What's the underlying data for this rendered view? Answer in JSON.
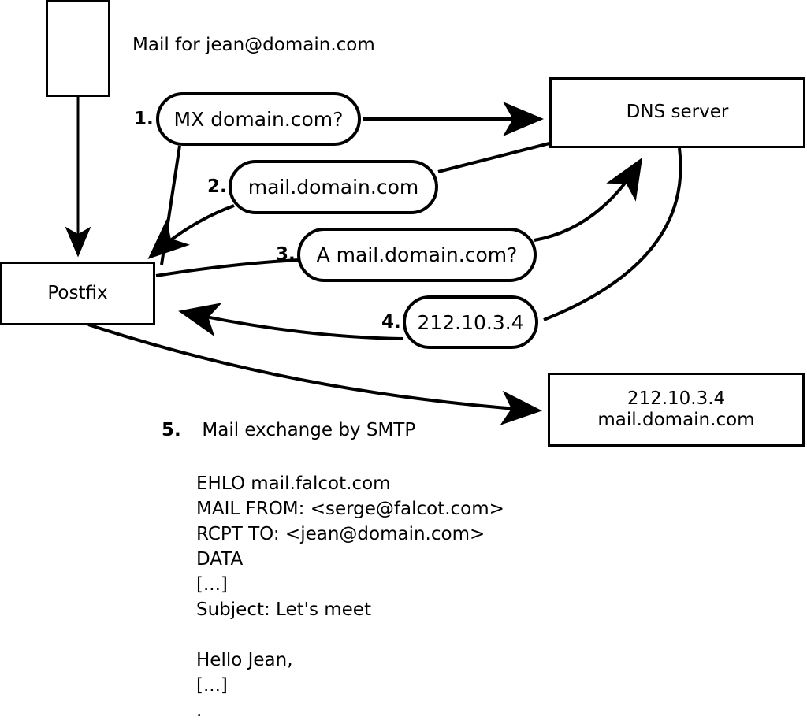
{
  "diagram": {
    "title_note": "Mail for jean@domain.com",
    "nodes": {
      "sender": {
        "label": ""
      },
      "postfix": {
        "label": "Postfix"
      },
      "dns": {
        "label": "DNS server"
      },
      "destination": {
        "line1": "212.10.3.4",
        "line2": "mail.domain.com"
      }
    },
    "steps": [
      {
        "number": "1.",
        "message": "MX domain.com?"
      },
      {
        "number": "2.",
        "message": "mail.domain.com"
      },
      {
        "number": "3.",
        "message": "A mail.domain.com?"
      },
      {
        "number": "4.",
        "message": "212.10.3.4"
      }
    ],
    "step5": {
      "number": "5.",
      "label": "Mail exchange by SMTP"
    },
    "transcript": [
      "EHLO mail.falcot.com",
      "MAIL FROM: <serge@falcot.com>",
      "RCPT TO: <jean@domain.com>",
      "DATA",
      "[...]",
      "Subject: Let's meet",
      "",
      "Hello Jean,",
      "[...]",
      "."
    ],
    "colors": {
      "stroke": "#000000",
      "background": "#ffffff"
    }
  }
}
